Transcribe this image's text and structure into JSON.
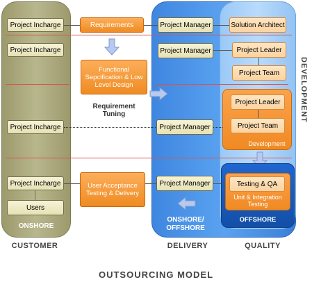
{
  "customer_column": {
    "boxes": [
      "Project Incharge",
      "Project Incharge",
      "Project Incharge",
      "Project Incharge",
      "Users"
    ],
    "footer": "ONSHORE"
  },
  "middle": {
    "requirements": "Requirements",
    "functional_spec": "Functional Sepcification & Low Level Design",
    "requirement_tuning": "Requirement Tuning",
    "uat": "User Acceptance Testing & Delivery"
  },
  "delivery_column": {
    "boxes": [
      "Project Manager",
      "Project Manager",
      "Project Manager",
      "Project Manager"
    ],
    "footer": "ONSHORE/ OFFSHORE"
  },
  "quality_column": {
    "solution_architect": "Solution Architect",
    "project_leader_1": "Project Leader",
    "project_team_1": "Project Team",
    "project_leader_2": "Project Leader",
    "project_team_2": "Project Team",
    "development_panel": "Development",
    "testing_qa": "Testing & QA",
    "unit_testing": "Unit & Integration Testing",
    "offshore": "OFFSHORE"
  },
  "side_label": "DEVELOPMENT",
  "captions": {
    "customer": "CUSTOMER",
    "delivery": "DELIVERY",
    "quality": "QUALITY"
  },
  "title": "OUTSOURCING MODEL",
  "colors": {
    "customer_column": "#b0ae80",
    "delivery_column": "#4a93e8",
    "quality_column": "#a8d0f7",
    "orange": "#f59a35",
    "offshore_panel": "#1a5cc0"
  }
}
